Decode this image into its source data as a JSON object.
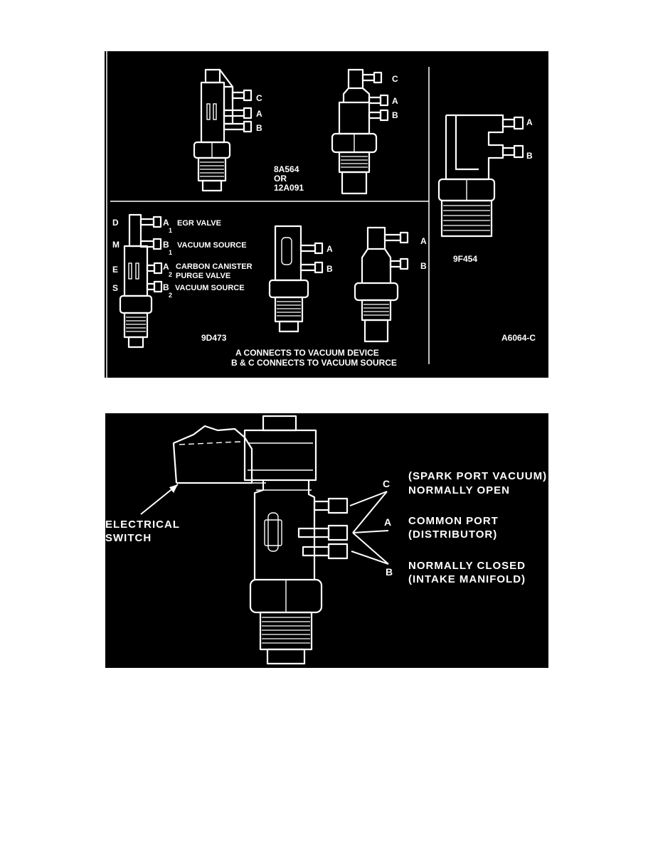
{
  "top_diagram": {
    "port_c": "C",
    "port_a": "A",
    "port_b": "B",
    "code_1a": "8A564",
    "code_1b": "OR",
    "code_1c": "12A091",
    "code_9f": "9F454",
    "code_9d": "9D473",
    "figure_id": "A6064-C",
    "side_d": "D",
    "side_m": "M",
    "side_e": "E",
    "side_s": "S",
    "a1_letter": "A",
    "a1_sub": "1",
    "a1_text": "EGR VALVE",
    "b1_letter": "B",
    "b1_sub": "1",
    "b1_text": "VACUUM SOURCE",
    "a2_letter": "A",
    "a2_sub": "2",
    "a2_text1": "CARBON CANISTER",
    "a2_text2": "PURGE VALVE",
    "b2_letter": "B",
    "b2_sub": "2",
    "b2_text": "VACUUM SOURCE",
    "legend_1": "A  CONNECTS TO VACUUM DEVICE",
    "legend_2": "B & C  CONNECTS TO VACUUM SOURCE"
  },
  "bottom_diagram": {
    "switch_1": "ELECTRICAL",
    "switch_2": "SWITCH",
    "letter_c": "C",
    "c_text1": "(SPARK PORT VACUUM)",
    "c_text2": "NORMALLY OPEN",
    "letter_a": "A",
    "a_text1": "COMMON PORT",
    "a_text2": "(DISTRIBUTOR)",
    "letter_b": "B",
    "b_text1": "NORMALLY CLOSED",
    "b_text2": "(INTAKE MANIFOLD)"
  }
}
